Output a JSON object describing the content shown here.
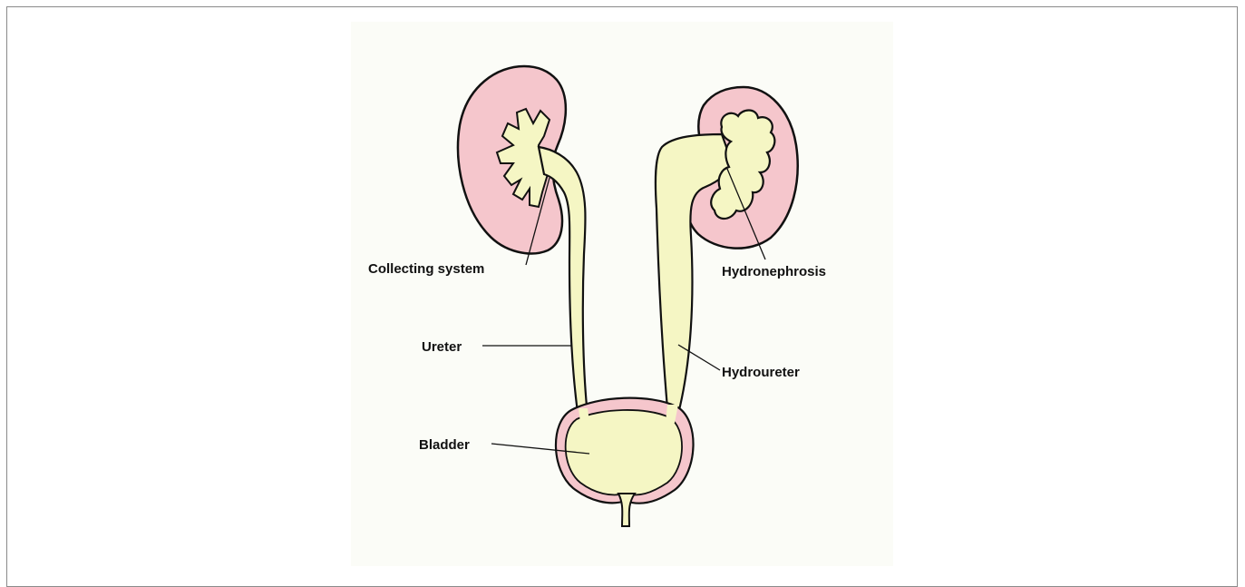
{
  "labels": {
    "collecting_system": "Collecting system",
    "ureter": "Ureter",
    "bladder": "Bladder",
    "hydronephrosis": "Hydronephrosis",
    "hydroureter": "Hydroureter"
  },
  "colors": {
    "kidney_tissue": "#f5c6cc",
    "urine_fill": "#f5f6c4",
    "outline": "#111111",
    "panel_background": "#fbfcf7"
  }
}
